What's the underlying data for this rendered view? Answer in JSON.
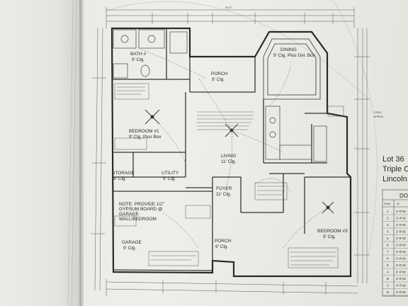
{
  "rooms": {
    "bath": "BATH #",
    "bath_sub": "9' Clg.",
    "porch_top": "PORCH",
    "porch_top_sub": "9' Clg.",
    "dining": "DINING",
    "dining_sub": "9' Clg. Plus Ovl. Box",
    "bedroom1": "BEDROOM #1",
    "bedroom1_sub": "9' Clg. Plus Box",
    "living": "LIVING",
    "living_sub": "11' Clg.",
    "storage": "STORAGE",
    "storage_sub": "9' Clg.",
    "utility": "UTILITY",
    "utility_sub": "9' Clg.",
    "foyer": "FOYER",
    "foyer_sub": "11' Clg.",
    "garage": "GARAGE",
    "garage_sub": "9' Clg.",
    "porch_bottom": "PORCH",
    "porch_bottom_sub": "9' Clg.",
    "bedroom3": "BEDROOM #3",
    "bedroom3_sub": "9' Clg."
  },
  "notes": {
    "gypsum_1": "NOTE: PROVIDE 1/2\"",
    "gypsum_2": "GYPSUM BOARD @",
    "gypsum_3": "GARAGE",
    "gypsum_4": "WALL/BEDROOM",
    "top_dim": "49'-0\""
  },
  "sidebar": {
    "lot": "Lot 36",
    "triple": "Triple C",
    "lincoln": "Lincoln",
    "sched_head": "DO",
    "sched_cols": [
      "SYM.",
      "SI"
    ],
    "sched_rows": [
      {
        "n": "1",
        "v": "2'-0\"x6"
      },
      {
        "n": "2",
        "v": "2'-4\"x6"
      },
      {
        "n": "3",
        "v": "2'-6\"x6"
      },
      {
        "n": "4",
        "v": "2'-8\"x6"
      },
      {
        "n": "5",
        "v": "2'-8\"x6"
      },
      {
        "n": "6",
        "v": "2'-6\"x6"
      },
      {
        "n": "7",
        "v": "2'-8\"x6"
      },
      {
        "n": "8",
        "v": "2'-6\"x6"
      },
      {
        "n": "9",
        "v": "2'-6\"x6"
      },
      {
        "n": "A",
        "v": "2'-6\"x6"
      },
      {
        "n": "B",
        "v": "2'-6\"x6"
      },
      {
        "n": "C",
        "v": "4'-0\"x6"
      },
      {
        "n": "D",
        "v": "2'-0\"x6"
      }
    ],
    "side_labels": [
      "CONC.",
      "APRON"
    ]
  }
}
